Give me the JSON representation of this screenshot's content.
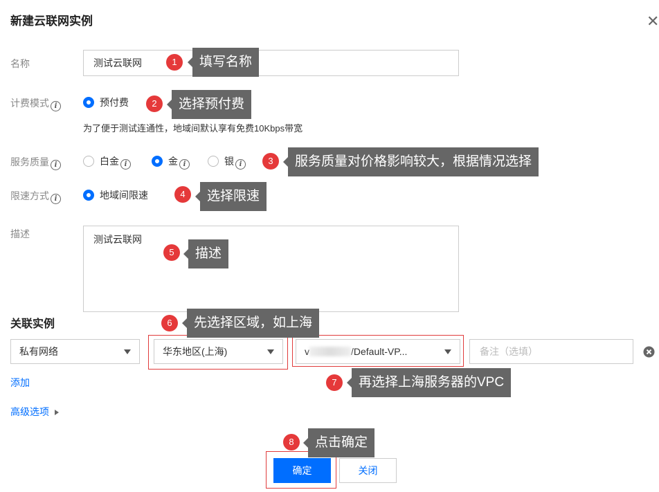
{
  "dialog": {
    "title": "新建云联网实例",
    "close_glyph": "✕"
  },
  "form": {
    "name_label": "名称",
    "name_value": "测试云联网",
    "billing_label": "计费模式",
    "billing_option": "预付费",
    "billing_hint": "为了便于测试连通性，地域间默认享有免费10Kbps带宽",
    "quality_label": "服务质量",
    "quality_options": [
      "白金",
      "金",
      "银"
    ],
    "quality_selected": "金",
    "limit_label": "限速方式",
    "limit_option": "地域间限速",
    "desc_label": "描述",
    "desc_value": "测试云联网"
  },
  "instances": {
    "section_title": "关联实例",
    "network_type": "私有网络",
    "region": "华东地区(上海)",
    "vpc_prefix": "v",
    "vpc_suffix": "/Default-VP...",
    "note_placeholder": "备注（选填）",
    "add_link": "添加",
    "advanced_link": "高级选项"
  },
  "footer": {
    "confirm": "确定",
    "close": "关闭"
  },
  "annotations": [
    {
      "num": "1",
      "text": "填写名称"
    },
    {
      "num": "2",
      "text": "选择预付费"
    },
    {
      "num": "3",
      "text": "服务质量对价格影响较大，根据情况选择"
    },
    {
      "num": "4",
      "text": "选择限速"
    },
    {
      "num": "5",
      "text": "描述"
    },
    {
      "num": "6",
      "text": "先选择区域，如上海"
    },
    {
      "num": "7",
      "text": "再选择上海服务器的VPC"
    },
    {
      "num": "8",
      "text": "点击确定"
    }
  ],
  "colors": {
    "primary": "#006eff",
    "annotation_badge": "#e5393a",
    "annotation_tip": "#666666",
    "highlight_box": "#e03b3b"
  },
  "icons": {
    "info": "info-icon",
    "close": "close-icon",
    "dropdown": "chevron-down-icon",
    "remove": "remove-circle-icon",
    "expand": "triangle-right-icon"
  }
}
